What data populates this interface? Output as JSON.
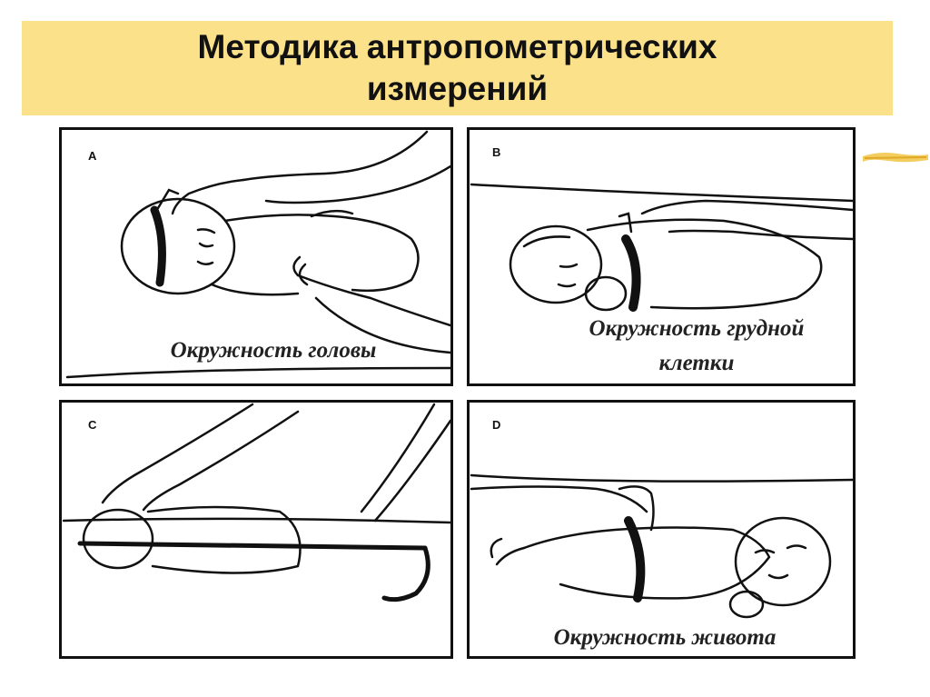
{
  "slide": {
    "title_line1": "Методика антропометрических",
    "title_line2": "измерений",
    "accent_color": "#fbe18a"
  },
  "panels": [
    {
      "letter": "A",
      "caption_line1": "Окружность головы",
      "caption_line2": ""
    },
    {
      "letter": "B",
      "caption_line1": "Окружность грудной",
      "caption_line2": "клетки"
    },
    {
      "letter": "C",
      "caption_line1": "",
      "caption_line2": ""
    },
    {
      "letter": "D",
      "caption_line1": "Окружность живота",
      "caption_line2": ""
    }
  ]
}
